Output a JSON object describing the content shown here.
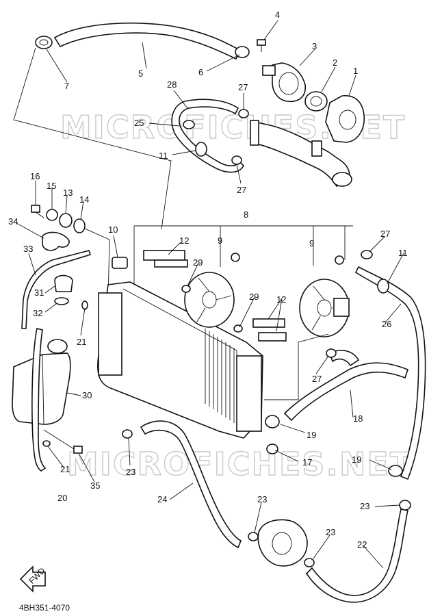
{
  "watermark": "MICROFICHES.NET",
  "diagram_code": "4BH351-4070",
  "fwd_label": "FWD",
  "callouts": [
    "1",
    "2",
    "3",
    "4",
    "5",
    "6",
    "7",
    "8",
    "9",
    "9",
    "10",
    "11",
    "11",
    "12",
    "12",
    "13",
    "14",
    "15",
    "16",
    "17",
    "18",
    "19",
    "19",
    "20",
    "21",
    "21",
    "22",
    "23",
    "23",
    "23",
    "23",
    "24",
    "25",
    "26",
    "27",
    "27",
    "27",
    "27",
    "28",
    "29",
    "29",
    "30",
    "31",
    "32",
    "33",
    "34",
    "35"
  ]
}
